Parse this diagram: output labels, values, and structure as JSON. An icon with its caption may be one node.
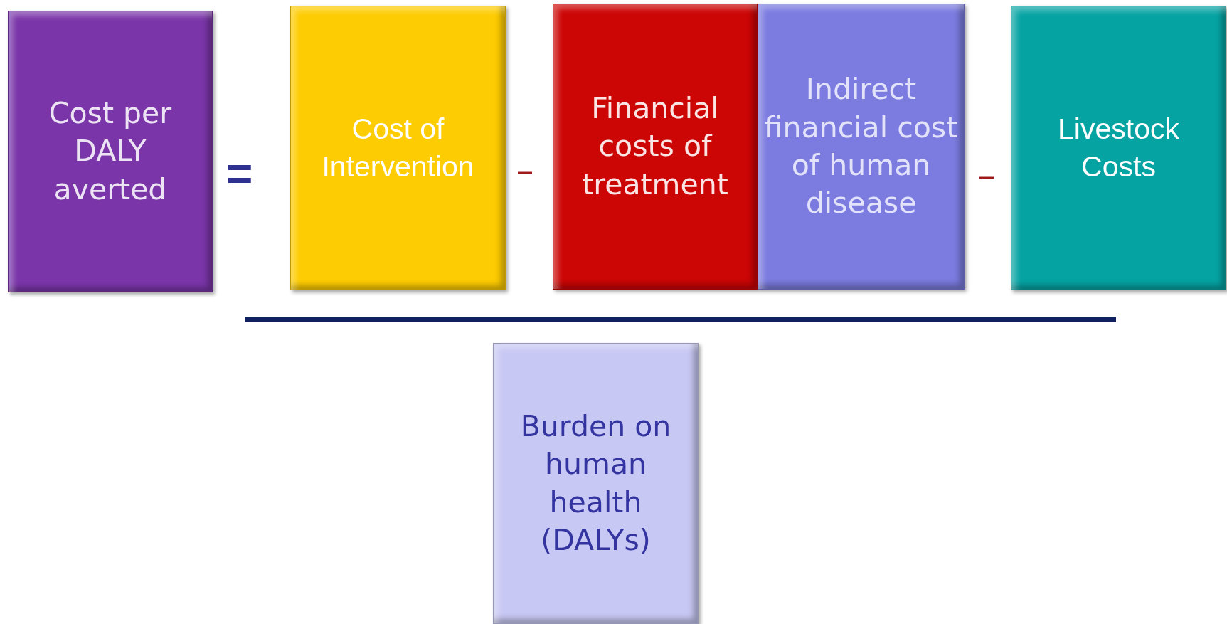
{
  "diagram": {
    "nodes": [
      {
        "text": [
          "Cost per DALY averted"
        ]
      },
      {
        "text": [
          "Cost of Intervention"
        ]
      },
      {
        "text": [
          "Financial costs of treatment"
        ]
      },
      {
        "text": [
          "Indirect financial cost of human disease"
        ]
      },
      {
        "text": [
          "Livestock Costs"
        ]
      },
      {
        "text": [
          "Burden on human health (DALYs)"
        ]
      }
    ],
    "labels": [
      "=",
      "–",
      "–"
    ]
  }
}
